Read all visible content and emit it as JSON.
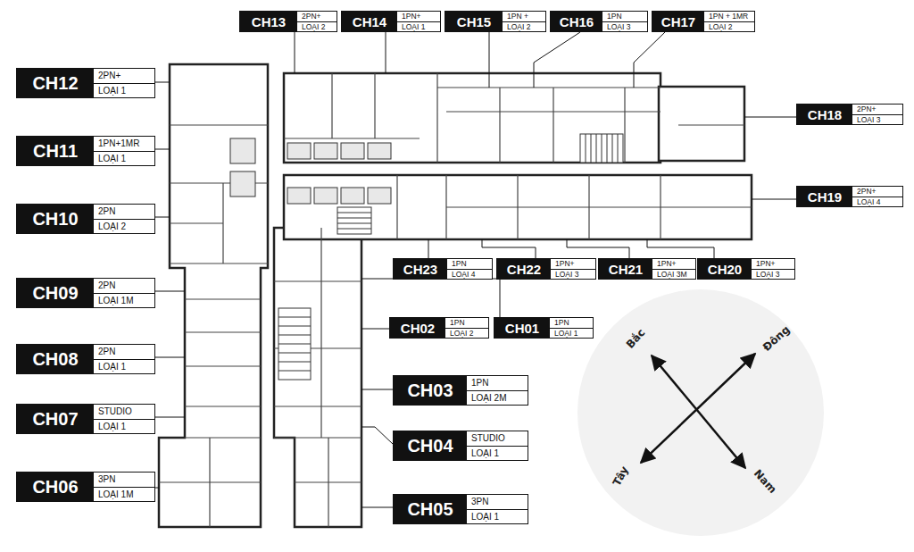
{
  "diagram": {
    "nodes": [
      {
        "text": [
          "CH13",
          "2PN+",
          "LOẠI 2"
        ]
      },
      {
        "text": [
          "CH14",
          "1PN+",
          "LOẠI 1"
        ]
      },
      {
        "text": [
          "CH15",
          "1PN +",
          "LOẠI 2"
        ]
      },
      {
        "text": [
          "CH16",
          "1PN",
          "LOẠI 3"
        ]
      },
      {
        "text": [
          "CH17",
          "1PN + 1MR",
          "LOẠI 2"
        ]
      },
      {
        "text": [
          "CH12",
          "2PN+",
          "LOẠI 1"
        ]
      },
      {
        "text": [
          "CH18",
          "2PN+",
          "LOẠI 3"
        ]
      },
      {
        "text": [
          "CH11",
          "1PN+1MR",
          "LOẠI 1"
        ]
      },
      {
        "text": [
          "CH19",
          "2PN+",
          "LOẠI 4"
        ]
      },
      {
        "text": [
          "CH10",
          "2PN",
          "LOẠI 2"
        ]
      },
      {
        "text": [
          "CH23",
          "1PN",
          "LOẠI 4"
        ]
      },
      {
        "text": [
          "CH22",
          "1PN+",
          "LOẠI 3"
        ]
      },
      {
        "text": [
          "CH21",
          "1PN+",
          "LOẠI 3M"
        ]
      },
      {
        "text": [
          "CH20",
          "1PN+",
          "LOẠI 3"
        ]
      },
      {
        "text": [
          "CH09",
          "2PN",
          "LOẠI 1M"
        ]
      },
      {
        "text": [
          "CH02",
          "1PN",
          "LOẠI 2"
        ]
      },
      {
        "text": [
          "CH01",
          "1PN",
          "LOẠI 1"
        ]
      },
      {
        "text": [
          "CH08",
          "2PN",
          "LOẠI 1"
        ]
      },
      {
        "text": [
          "CH03",
          "1PN",
          "LOẠI 2M"
        ]
      },
      {
        "text": [
          "CH07",
          "STUDIO",
          "LOẠI 1"
        ]
      },
      {
        "text": [
          "CH04",
          "STUDIO",
          "LOẠI 1"
        ]
      },
      {
        "text": [
          "CH06",
          "3PN",
          "LOẠI 1M"
        ]
      },
      {
        "text": [
          "CH05",
          "3PN",
          "LOẠI 1"
        ]
      }
    ],
    "labels": [
      "Bắc",
      "Đông",
      "Tây",
      "Nam"
    ]
  }
}
